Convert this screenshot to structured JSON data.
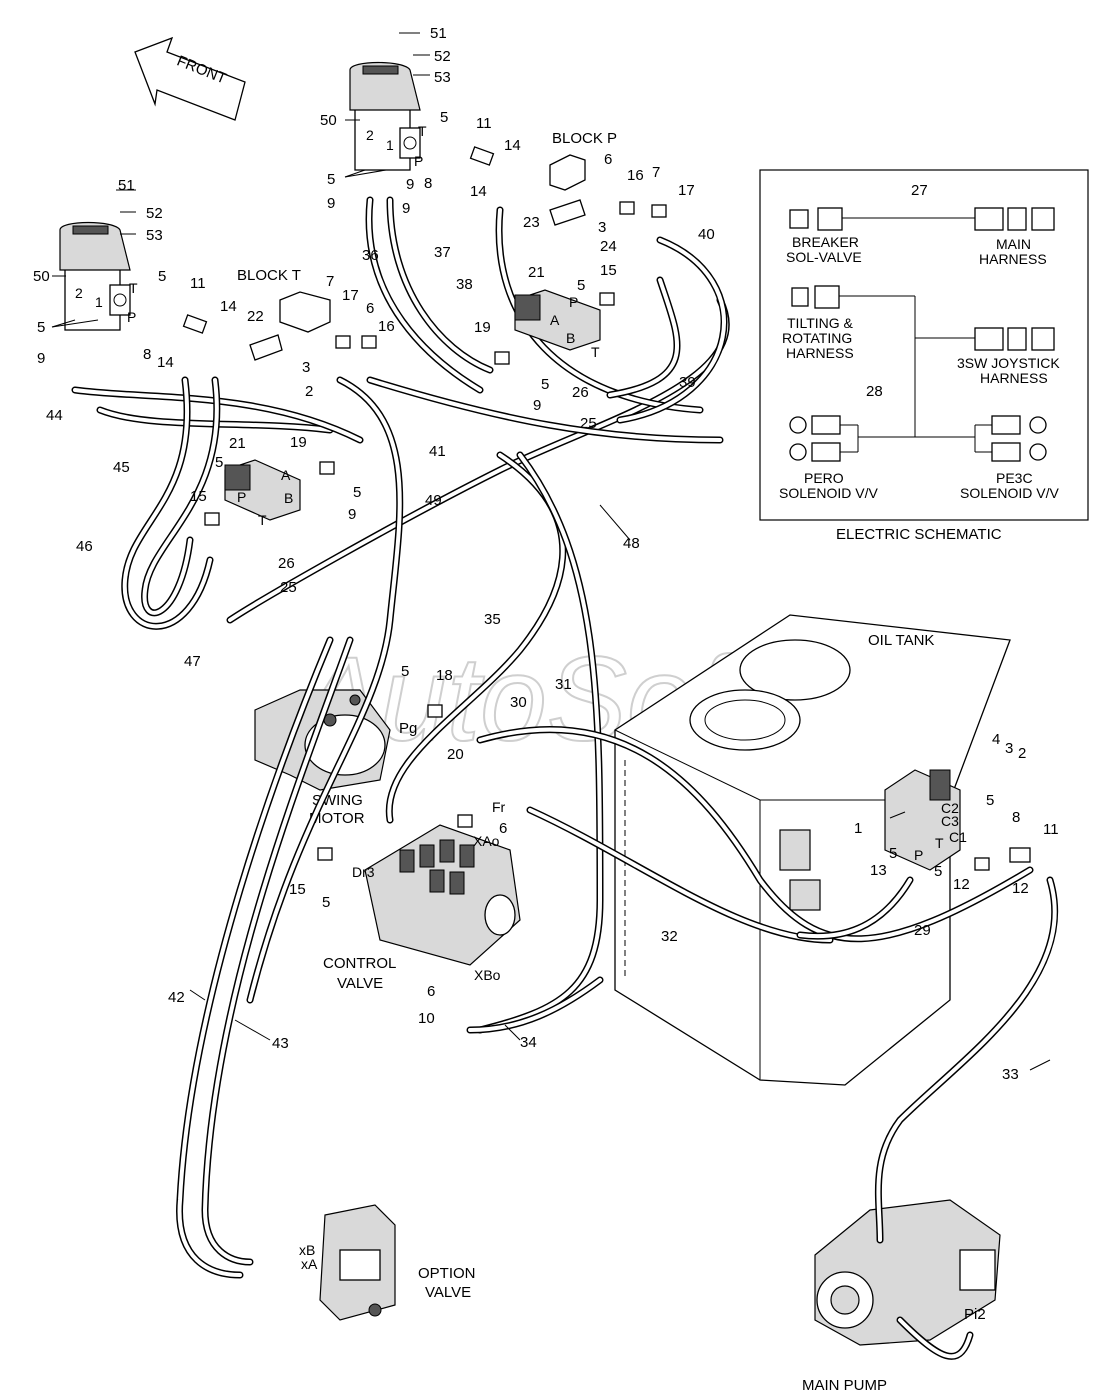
{
  "labels": {
    "front": "FRONT",
    "block_p": "BLOCK P",
    "block_t": "BLOCK T",
    "oil_tank": "OIL TANK",
    "swing_motor_1": "SWING",
    "swing_motor_2": "MOTOR",
    "control_valve_1": "CONTROL",
    "control_valve_2": "VALVE",
    "option_valve_1": "OPTION",
    "option_valve_2": "VALVE",
    "main_pump": "MAIN PUMP",
    "watermark": "AutoSoft"
  },
  "electric_schematic": {
    "title": "ELECTRIC SCHEMATIC",
    "breaker_1": "BREAKER",
    "breaker_2": "SOL-VALVE",
    "main_harness_1": "MAIN",
    "main_harness_2": "HARNESS",
    "tilting_1": "TILTING &",
    "tilting_2": "ROTATING",
    "tilting_3": "HARNESS",
    "joystick_1": "3SW JOYSTICK",
    "joystick_2": "HARNESS",
    "pero_1": "PERO",
    "pero_2": "SOLENOID V/V",
    "pe3c_1": "PE3C",
    "pe3c_2": "SOLENOID V/V",
    "num_27": "27",
    "num_28": "28"
  },
  "port_labels": {
    "t": "T",
    "p": "P",
    "a": "A",
    "b": "B",
    "one": "1",
    "two": "2",
    "pg": "Pg",
    "fr": "Fr",
    "xao": "XAo",
    "xbo": "XBo",
    "dr3": "Dr3",
    "xb": "xB",
    "xa": "xA",
    "pi2": "Pi2",
    "c1": "C1",
    "c2": "C2",
    "c3": "C3"
  },
  "callouts": {
    "n1": "1",
    "n2": "2",
    "n3": "3",
    "n4": "4",
    "n5": "5",
    "n6": "6",
    "n7": "7",
    "n8": "8",
    "n9": "9",
    "n10": "10",
    "n11": "11",
    "n12": "12",
    "n13": "13",
    "n14": "14",
    "n15": "15",
    "n16": "16",
    "n17": "17",
    "n18": "18",
    "n19": "19",
    "n20": "20",
    "n21": "21",
    "n22": "22",
    "n23": "23",
    "n24": "24",
    "n25": "25",
    "n26": "26",
    "n29": "29",
    "n30": "30",
    "n31": "31",
    "n32": "32",
    "n33": "33",
    "n34": "34",
    "n35": "35",
    "n36": "36",
    "n37": "37",
    "n38": "38",
    "n39": "39",
    "n40": "40",
    "n41": "41",
    "n42": "42",
    "n43": "43",
    "n44": "44",
    "n45": "45",
    "n46": "46",
    "n47": "47",
    "n48": "48",
    "n49": "49",
    "n50": "50",
    "n51": "51",
    "n52": "52",
    "n53": "53"
  }
}
